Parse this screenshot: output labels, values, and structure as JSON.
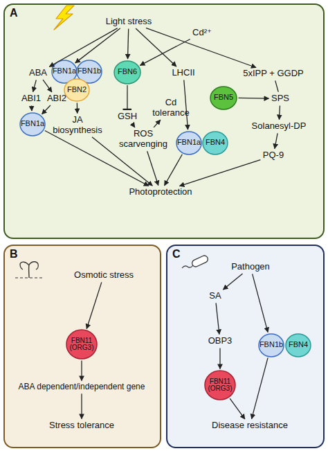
{
  "diagram": {
    "nodes": [
      {
        "text": [
          "A"
        ]
      },
      {
        "text": [
          "Light stress"
        ],
        "in": 0
      },
      {
        "text": [
          "Cd²⁺"
        ],
        "in": 0
      },
      {
        "text": [
          "ABA"
        ],
        "in": 0
      },
      {
        "text": [
          "FBN1a"
        ],
        "in": 0
      },
      {
        "text": [
          "FBN1b"
        ],
        "in": 0
      },
      {
        "text": [
          "FBN2"
        ],
        "in": 0
      },
      {
        "text": [
          "FBN6"
        ],
        "in": 0
      },
      {
        "text": [
          "LHCII"
        ],
        "in": 0
      },
      {
        "text": [
          "5xIPP + GGDP"
        ],
        "in": 0
      },
      {
        "text": [
          "ABI1"
        ],
        "in": 0
      },
      {
        "text": [
          "ABI2"
        ],
        "in": 0
      },
      {
        "text": [
          "FBN5"
        ],
        "in": 0
      },
      {
        "text": [
          "SPS"
        ],
        "in": 0
      },
      {
        "text": [
          "GSH"
        ],
        "in": 0
      },
      {
        "text": [
          "Cd tolerance"
        ],
        "in": 0
      },
      {
        "text": [
          "FBN1a"
        ],
        "in": 0
      },
      {
        "text": [
          "JA biosynthesis"
        ],
        "in": 0
      },
      {
        "text": [
          "Solanesyl-DP"
        ],
        "in": 0
      },
      {
        "text": [
          "ROS scarvenging"
        ],
        "in": 0
      },
      {
        "text": [
          "FBN1a"
        ],
        "in": 0
      },
      {
        "text": [
          "FBN4"
        ],
        "in": 0
      },
      {
        "text": [
          "PQ-9"
        ],
        "in": 0
      },
      {
        "text": [
          "Photoprotection"
        ],
        "in": 0
      },
      {
        "text": [
          "B"
        ]
      },
      {
        "text": [
          "Osmotic stress"
        ],
        "in": 24
      },
      {
        "text": [
          "FBN11 (ORG3)"
        ],
        "in": 24
      },
      {
        "text": [
          "ABA dependent/independent gene"
        ],
        "in": 24
      },
      {
        "text": [
          "Stress tolerance"
        ],
        "in": 24
      },
      {
        "text": [
          "C"
        ]
      },
      {
        "text": [
          "Pathogen"
        ],
        "in": 29
      },
      {
        "text": [
          "SA"
        ],
        "in": 29
      },
      {
        "text": [
          "OBP3"
        ],
        "in": 29
      },
      {
        "text": [
          "FBN1b"
        ],
        "in": 29
      },
      {
        "text": [
          "FBN4"
        ],
        "in": 29
      },
      {
        "text": [
          "FBN11 (ORG3)"
        ],
        "in": 29
      },
      {
        "text": [
          "Disease resistance"
        ],
        "in": 29
      }
    ],
    "edges": [
      {
        "from": 1,
        "to": 3,
        "arrow": "to"
      },
      {
        "from": 1,
        "to": 4,
        "arrow": "to"
      },
      {
        "from": 1,
        "to": 7,
        "arrow": "to"
      },
      {
        "from": 1,
        "to": 8,
        "arrow": "to"
      },
      {
        "from": 1,
        "to": 9,
        "arrow": "to"
      },
      {
        "from": 2,
        "to": 7,
        "arrow": "to"
      },
      {
        "from": 3,
        "to": 10,
        "arrow": "to"
      },
      {
        "from": 3,
        "to": 11,
        "arrow": "to"
      },
      {
        "from": 10,
        "to": 16,
        "arrow": "to"
      },
      {
        "from": 11,
        "to": 16,
        "arrow": "to"
      },
      {
        "from": 6,
        "to": 17,
        "arrow": "to"
      },
      {
        "from": 7,
        "to": 14,
        "arrow": "to"
      },
      {
        "from": 14,
        "to": 19,
        "arrow": "to"
      },
      {
        "from": 19,
        "to": 15,
        "arrow": "to"
      },
      {
        "from": 8,
        "to": 20,
        "arrow": "to"
      },
      {
        "from": 9,
        "to": 13,
        "arrow": "none"
      },
      {
        "from": 13,
        "to": 18,
        "arrow": "to"
      },
      {
        "from": 12,
        "to": 13,
        "arrow": "to"
      },
      {
        "from": 18,
        "to": 22,
        "arrow": "to"
      },
      {
        "from": 16,
        "to": 23,
        "arrow": "to"
      },
      {
        "from": 17,
        "to": 23,
        "arrow": "to"
      },
      {
        "from": 19,
        "to": 23,
        "arrow": "to"
      },
      {
        "from": 20,
        "to": 23,
        "arrow": "to"
      },
      {
        "from": 22,
        "to": 23,
        "arrow": "to"
      },
      {
        "from": 25,
        "to": 26,
        "arrow": "to"
      },
      {
        "from": 26,
        "to": 27,
        "arrow": "to"
      },
      {
        "from": 27,
        "to": 28,
        "arrow": "to"
      },
      {
        "from": 30,
        "to": 31,
        "arrow": "to"
      },
      {
        "from": 31,
        "to": 32,
        "arrow": "to"
      },
      {
        "from": 32,
        "to": 35,
        "arrow": "to"
      },
      {
        "from": 35,
        "to": 36,
        "arrow": "to"
      },
      {
        "from": 30,
        "to": 33,
        "arrow": "to"
      },
      {
        "from": 33,
        "to": 36,
        "arrow": "to"
      }
    ]
  }
}
